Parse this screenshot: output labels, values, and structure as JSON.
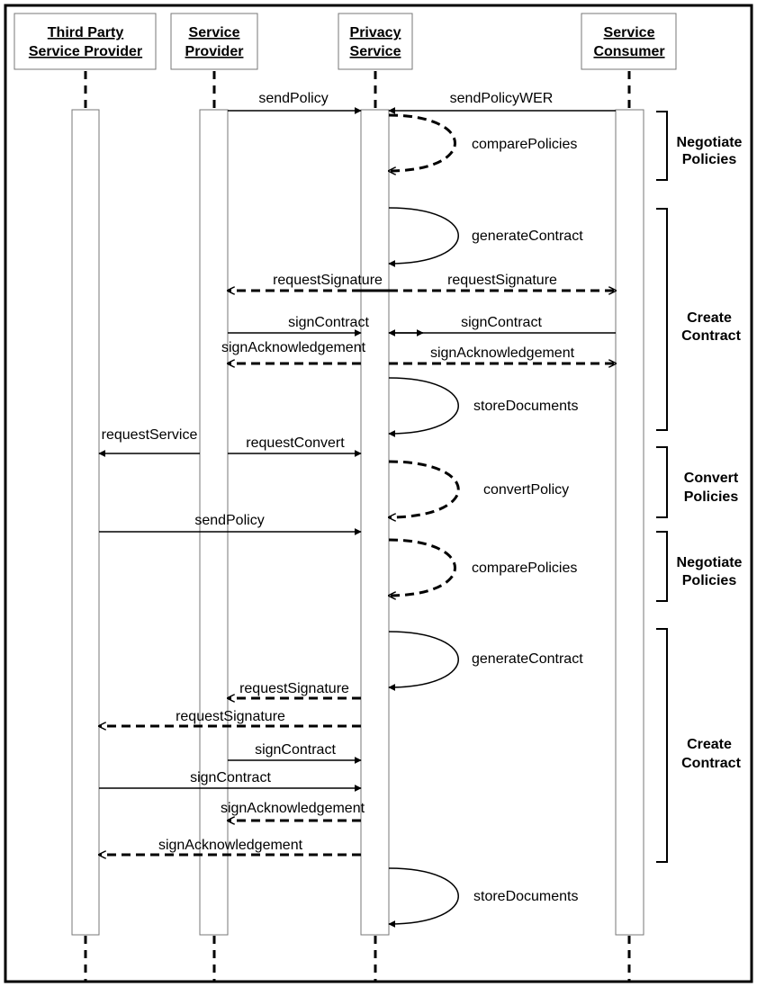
{
  "lifelines": [
    {
      "id": "tp",
      "line1": "Third Party",
      "line2": "Service Provider"
    },
    {
      "id": "sp",
      "line1": "Service",
      "line2": "Provider"
    },
    {
      "id": "ps",
      "line1": "Privacy",
      "line2": "Service"
    },
    {
      "id": "sc",
      "line1": "Service",
      "line2": "Consumer"
    }
  ],
  "messages": [
    {
      "label": "sendPolicy",
      "from": "sp",
      "to": "ps",
      "style": "solid"
    },
    {
      "label": "sendPolicyWER",
      "from": "sc",
      "to": "ps",
      "style": "solid"
    },
    {
      "label": "comparePolicies",
      "self": "ps",
      "style": "dashed"
    },
    {
      "label": "generateContract",
      "self": "ps",
      "style": "solid"
    },
    {
      "label": "requestSignature",
      "from": "ps",
      "to": "sp",
      "style": "dashed"
    },
    {
      "label": "requestSignature",
      "from": "ps",
      "to": "sc",
      "style": "dashed"
    },
    {
      "label": "signContract",
      "from": "sp",
      "to": "ps",
      "style": "solid"
    },
    {
      "label": "signContract",
      "from": "sc",
      "to": "ps",
      "style": "solid"
    },
    {
      "label": "signAcknowledgement",
      "from": "ps",
      "to": "sp",
      "style": "dashed"
    },
    {
      "label": "signAcknowledgement",
      "from": "ps",
      "to": "sc",
      "style": "dashed"
    },
    {
      "label": "storeDocuments",
      "self": "ps",
      "style": "solid"
    },
    {
      "label": "requestService",
      "from": "sp",
      "to": "tp",
      "style": "solid"
    },
    {
      "label": "requestConvert",
      "from": "sp",
      "to": "ps",
      "style": "solid"
    },
    {
      "label": "convertPolicy",
      "self": "ps",
      "style": "dashed"
    },
    {
      "label": "sendPolicy",
      "from": "tp",
      "to": "ps",
      "style": "solid"
    },
    {
      "label": "comparePolicies",
      "self": "ps",
      "style": "dashed"
    },
    {
      "label": "generateContract",
      "self": "ps",
      "style": "solid"
    },
    {
      "label": "requestSignature",
      "from": "ps",
      "to": "sp",
      "style": "dashed"
    },
    {
      "label": "requestSignature",
      "from": "ps",
      "to": "tp",
      "style": "dashed"
    },
    {
      "label": "signContract",
      "from": "sp",
      "to": "ps",
      "style": "solid"
    },
    {
      "label": "signContract",
      "from": "tp",
      "to": "ps",
      "style": "solid"
    },
    {
      "label": "signAcknowledgement",
      "from": "ps",
      "to": "sp",
      "style": "dashed"
    },
    {
      "label": "signAcknowledgement",
      "from": "ps",
      "to": "tp",
      "style": "dashed"
    },
    {
      "label": "storeDocuments",
      "self": "ps",
      "style": "solid"
    }
  ],
  "phases": [
    {
      "line1": "Negotiate",
      "line2": "Policies"
    },
    {
      "line1": "Create",
      "line2": "Contract"
    },
    {
      "line1": "Convert",
      "line2": "Policies"
    },
    {
      "line1": "Negotiate",
      "line2": "Policies"
    },
    {
      "line1": "Create",
      "line2": "Contract"
    }
  ]
}
